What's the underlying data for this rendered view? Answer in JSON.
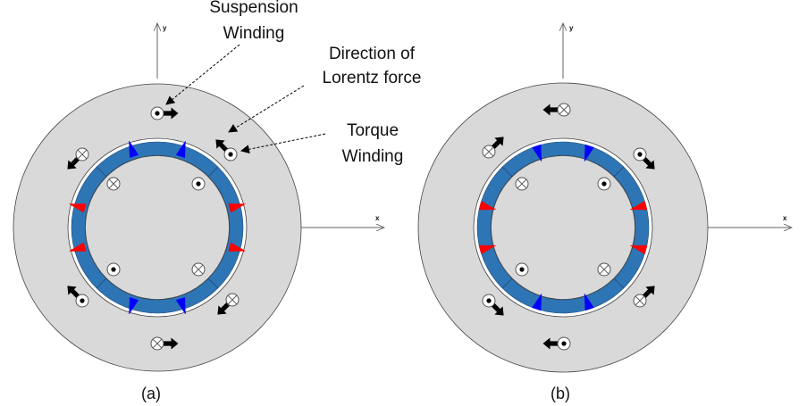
{
  "annotations": {
    "suspension": [
      "Suspension",
      "Winding"
    ],
    "lorentz": [
      "Direction of",
      "Lorentz force"
    ],
    "torque": [
      "Torque",
      "Winding"
    ]
  },
  "captions": {
    "a": "(a)",
    "b": "(b)"
  },
  "axes": {
    "x": "x",
    "y": "y"
  },
  "colors": {
    "stator": "#d9d9d9",
    "rotor_ring": "#2e75b6",
    "radial_arrow_red": "#ff0000",
    "radial_arrow_blue": "#0000ff",
    "force_arrow": "#000000",
    "conductor": "#ffffff"
  }
}
